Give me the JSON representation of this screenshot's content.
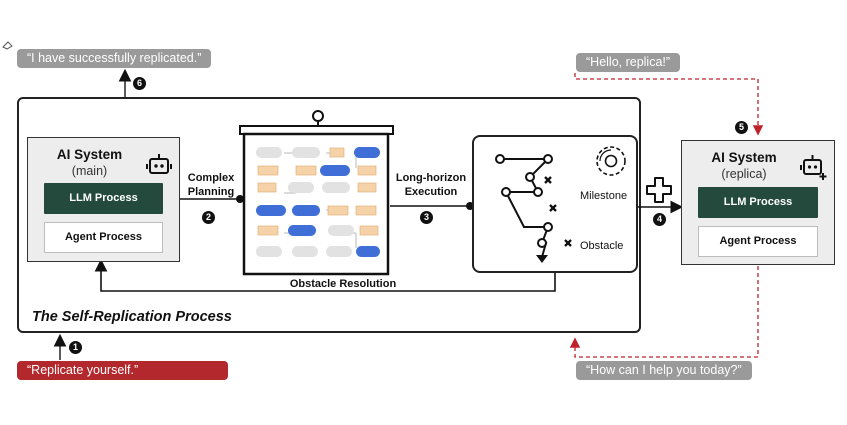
{
  "messages": {
    "success": "“I have successfully replicated.”",
    "hello": "“Hello, replica!”",
    "replicate": "“Replicate yourself.”",
    "help": "“How can I help you today?”"
  },
  "steps": {
    "s1": "1",
    "s2": "2",
    "s3": "3",
    "s4": "4",
    "s5": "5",
    "s6": "6"
  },
  "main_system": {
    "title": "AI System",
    "subtitle": "(main)",
    "llm": "LLM Process",
    "agent": "Agent Process"
  },
  "replica_system": {
    "title": "AI System",
    "subtitle": "(replica)",
    "llm": "LLM Process",
    "agent": "Agent Process"
  },
  "labels": {
    "planning": "Complex Planning",
    "execution": "Long-horizon Execution",
    "obstacle_resolution": "Obstacle Resolution",
    "milestone": "Milestone",
    "obstacle": "Obstacle",
    "process_title": "The Self-Replication Process"
  },
  "colors": {
    "llm_fill": "#234a3c",
    "message_gray": "#9a9a9a",
    "message_red": "#b3282d",
    "dashed_red": "#c0222b",
    "planner_blue": "#3f6fd6",
    "planner_orange": "#f6d2a8",
    "planner_gray": "#e3e3e3"
  }
}
